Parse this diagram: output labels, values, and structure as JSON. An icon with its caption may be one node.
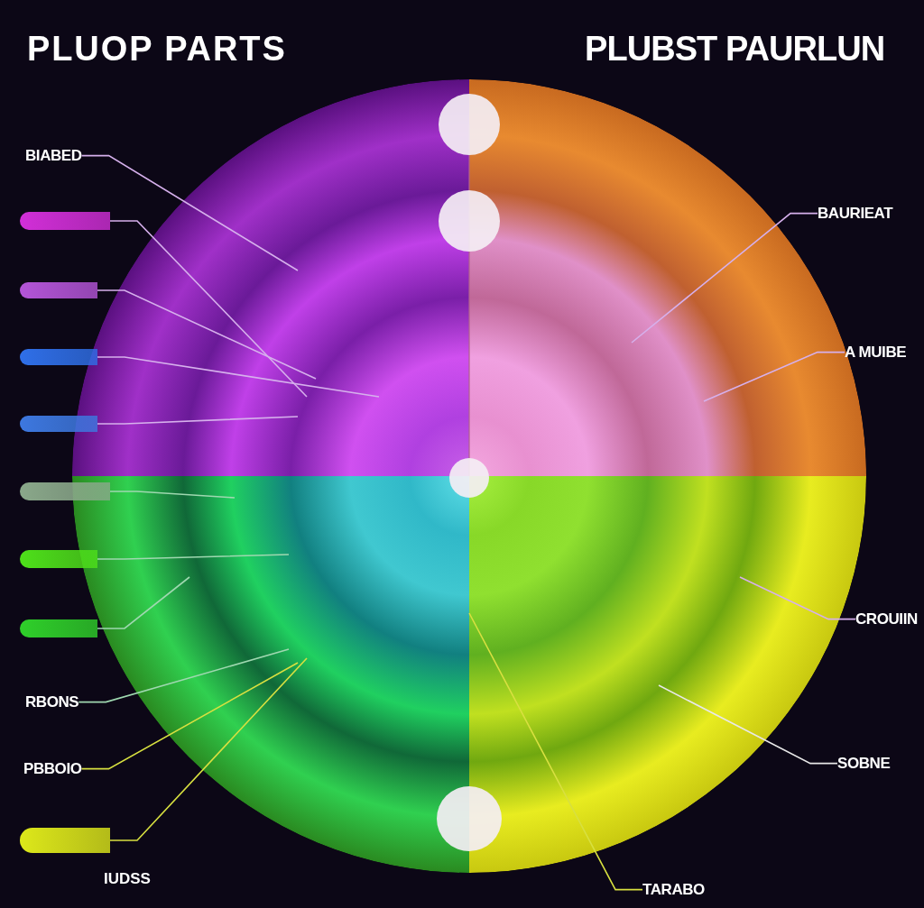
{
  "diagram": {
    "title": "PLUOP PARTS",
    "nodes": [
      {
        "text": [],
        "shape": "circle"
      },
      {
        "text": [
          "BIABED"
        ]
      },
      {
        "text": [
          "BAURIEAT"
        ]
      },
      {
        "text": [
          "A MUIBE"
        ]
      },
      {
        "text": [
          "CROUIIN"
        ]
      },
      {
        "text": [
          "RBONS"
        ]
      },
      {
        "text": [
          "PBBOIO"
        ]
      },
      {
        "text": [
          "SOBNE"
        ]
      },
      {
        "text": [
          "TARABO"
        ]
      },
      {
        "text": [],
        "shape": "bar"
      },
      {
        "text": [],
        "shape": "bar"
      },
      {
        "text": [],
        "shape": "bar"
      },
      {
        "text": [],
        "shape": "bar"
      },
      {
        "text": [],
        "shape": "bar"
      },
      {
        "text": [],
        "shape": "bar"
      },
      {
        "text": [],
        "shape": "bar"
      },
      {
        "text": [],
        "shape": "bar"
      }
    ],
    "edges": [
      {
        "from": 1,
        "to": 0,
        "arrow": "none"
      },
      {
        "from": 2,
        "to": 0,
        "arrow": "none"
      },
      {
        "from": 3,
        "to": 0,
        "arrow": "none"
      },
      {
        "from": 4,
        "to": 0,
        "arrow": "none"
      },
      {
        "from": 5,
        "to": 0,
        "arrow": "none",
        "color": "#9fd8b0"
      },
      {
        "from": 6,
        "to": 0,
        "arrow": "none",
        "color": "#d8e040"
      },
      {
        "from": 7,
        "to": 0,
        "arrow": "none",
        "color": "#e8e8e8"
      },
      {
        "from": 8,
        "to": 0,
        "arrow": "none",
        "color": "#d8e040"
      },
      {
        "from": 9,
        "to": 0,
        "arrow": "none"
      },
      {
        "from": 10,
        "to": 0,
        "arrow": "none"
      },
      {
        "from": 11,
        "to": 0,
        "arrow": "none"
      },
      {
        "from": 12,
        "to": 0,
        "arrow": "none"
      },
      {
        "from": 13,
        "to": 0,
        "arrow": "none",
        "color": "#9fd8b0"
      },
      {
        "from": 14,
        "to": 0,
        "arrow": "none",
        "color": "#9fd8b0"
      },
      {
        "from": 15,
        "to": 0,
        "arrow": "none",
        "color": "#9fd8b0"
      },
      {
        "from": 16,
        "to": 0,
        "arrow": "none",
        "color": "#d8e040"
      }
    ],
    "labels": [
      "PLUBST PAURLUN",
      "IUDSS"
    ]
  }
}
